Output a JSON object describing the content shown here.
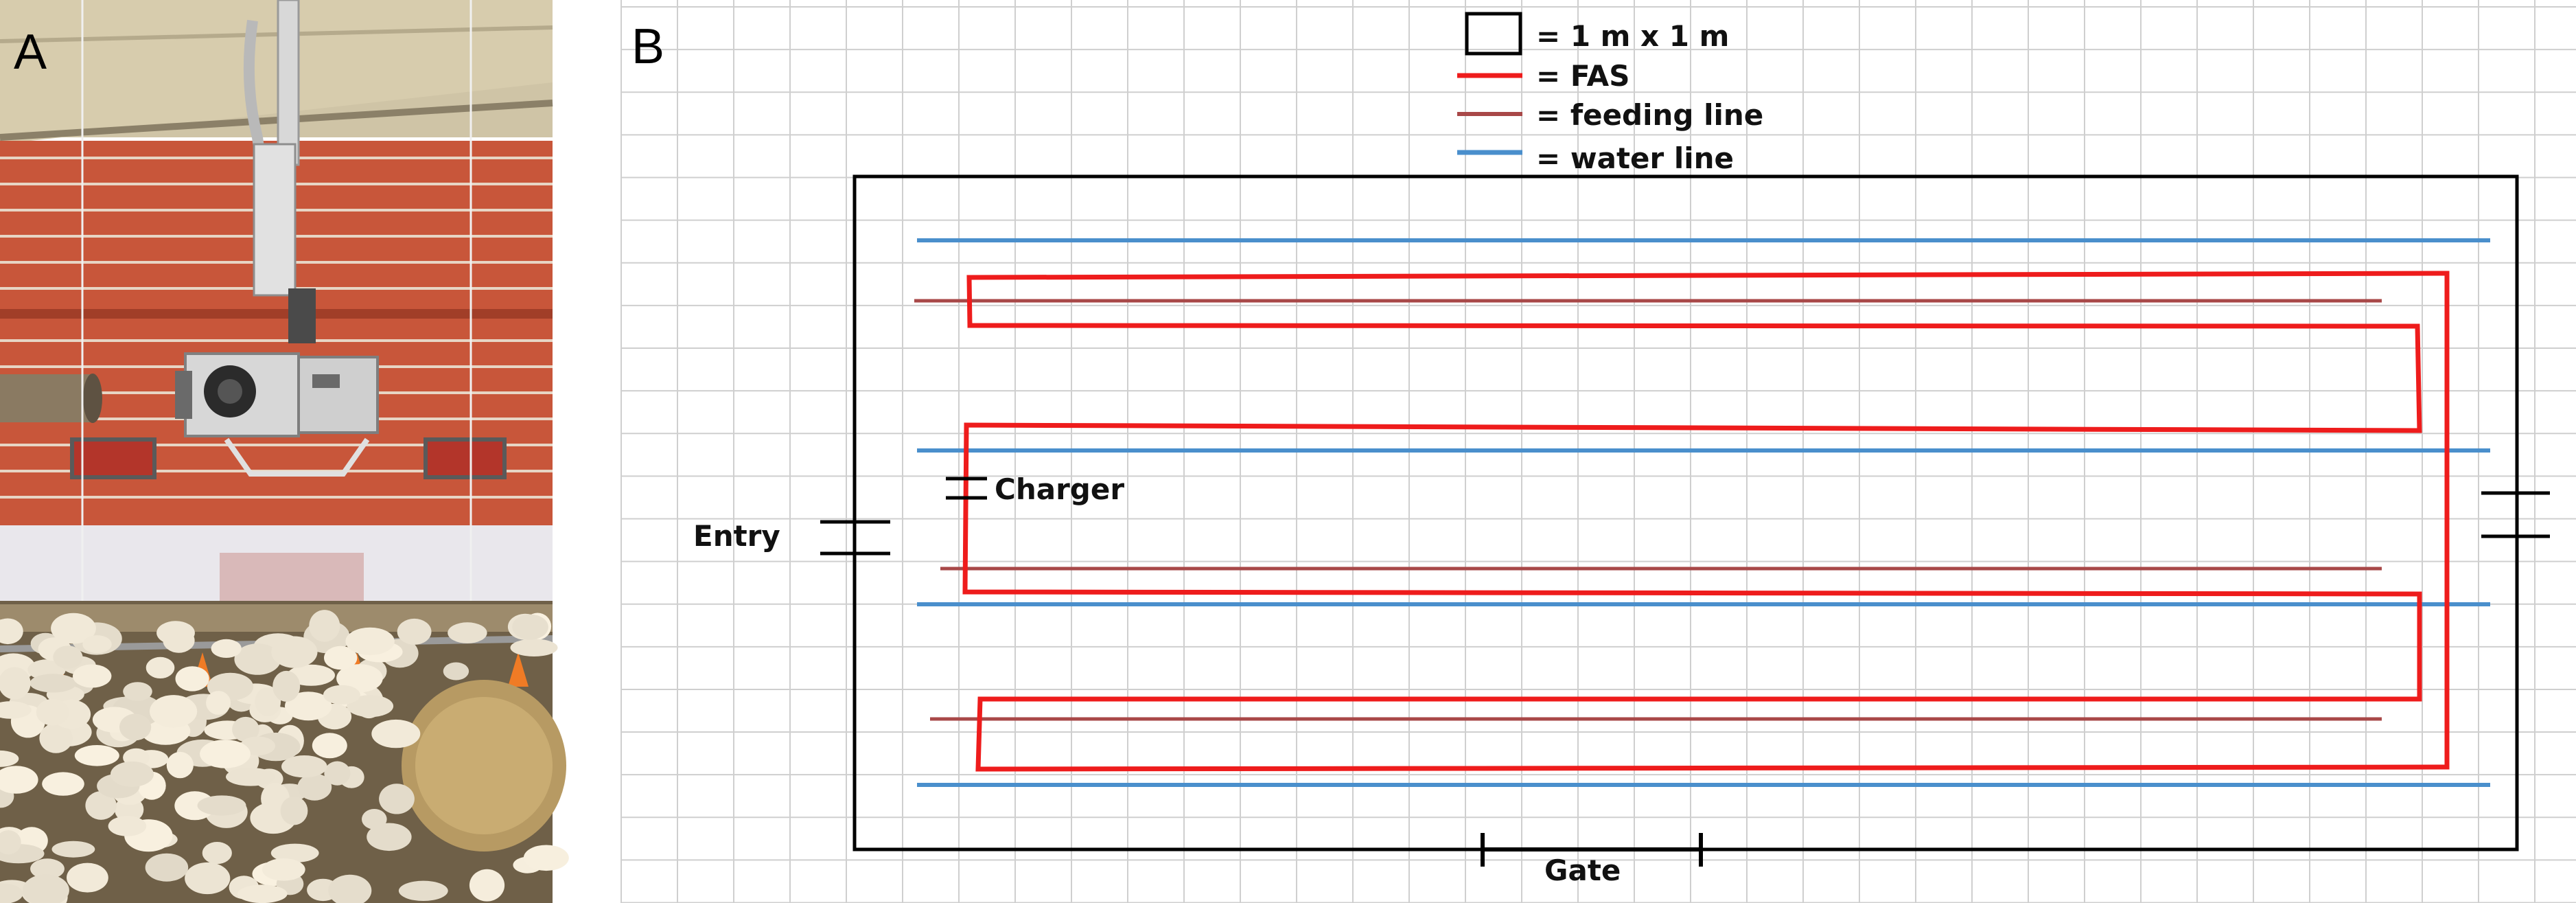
{
  "panels": {
    "a": {
      "label": "A"
    },
    "b": {
      "label": "B"
    }
  },
  "legend": {
    "grid_cell": "= 1 m x 1 m",
    "fas": "= FAS",
    "feeding_line": "= feeding line",
    "water_line": "= water line"
  },
  "labels": {
    "entry": "Entry",
    "charger": "Charger",
    "gate": "Gate"
  },
  "colors": {
    "fas": "#ee1c1c",
    "feeding_line": "#a84848",
    "water_line": "#4a8fcc",
    "grid": "#cfcfcf",
    "outline": "#000000"
  },
  "photo": {
    "description_icons": [
      "camera-unit-icon",
      "sensor-box-icon",
      "feeder-icon",
      "chicken-icon",
      "straw-bale-icon",
      "ventilation-pipe-icon"
    ]
  }
}
